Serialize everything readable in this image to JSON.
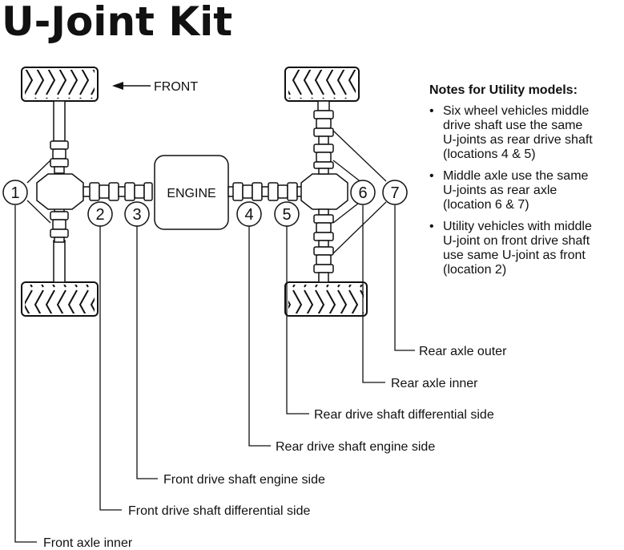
{
  "title": "U-Joint Kit",
  "front_label": "FRONT",
  "engine_label": "ENGINE",
  "joints": [
    {
      "number": "1",
      "label": "Front axle inner"
    },
    {
      "number": "2",
      "label": "Front drive shaft differential side"
    },
    {
      "number": "3",
      "label": "Front drive shaft engine side"
    },
    {
      "number": "4",
      "label": "Rear drive shaft engine side"
    },
    {
      "number": "5",
      "label": "Rear drive shaft differential side"
    },
    {
      "number": "6",
      "label": "Rear axle inner"
    },
    {
      "number": "7",
      "label": "Rear axle outer"
    }
  ],
  "notes": {
    "title": "Notes for Utility models:",
    "bullet": "•",
    "items": [
      [
        "Six wheel vehicles middle",
        "drive shaft use the same",
        "U-joints as rear drive shaft",
        "(locations 4 & 5)"
      ],
      [
        "Middle axle use the same",
        "U-joints as rear axle",
        "(location 6 & 7)"
      ],
      [
        "Utility vehicles with middle",
        "U-joint on front drive shaft",
        "use same U-joint as front",
        "(location 2)"
      ]
    ]
  },
  "colors": {
    "ink": "#111111",
    "fill": "#ffffff"
  }
}
